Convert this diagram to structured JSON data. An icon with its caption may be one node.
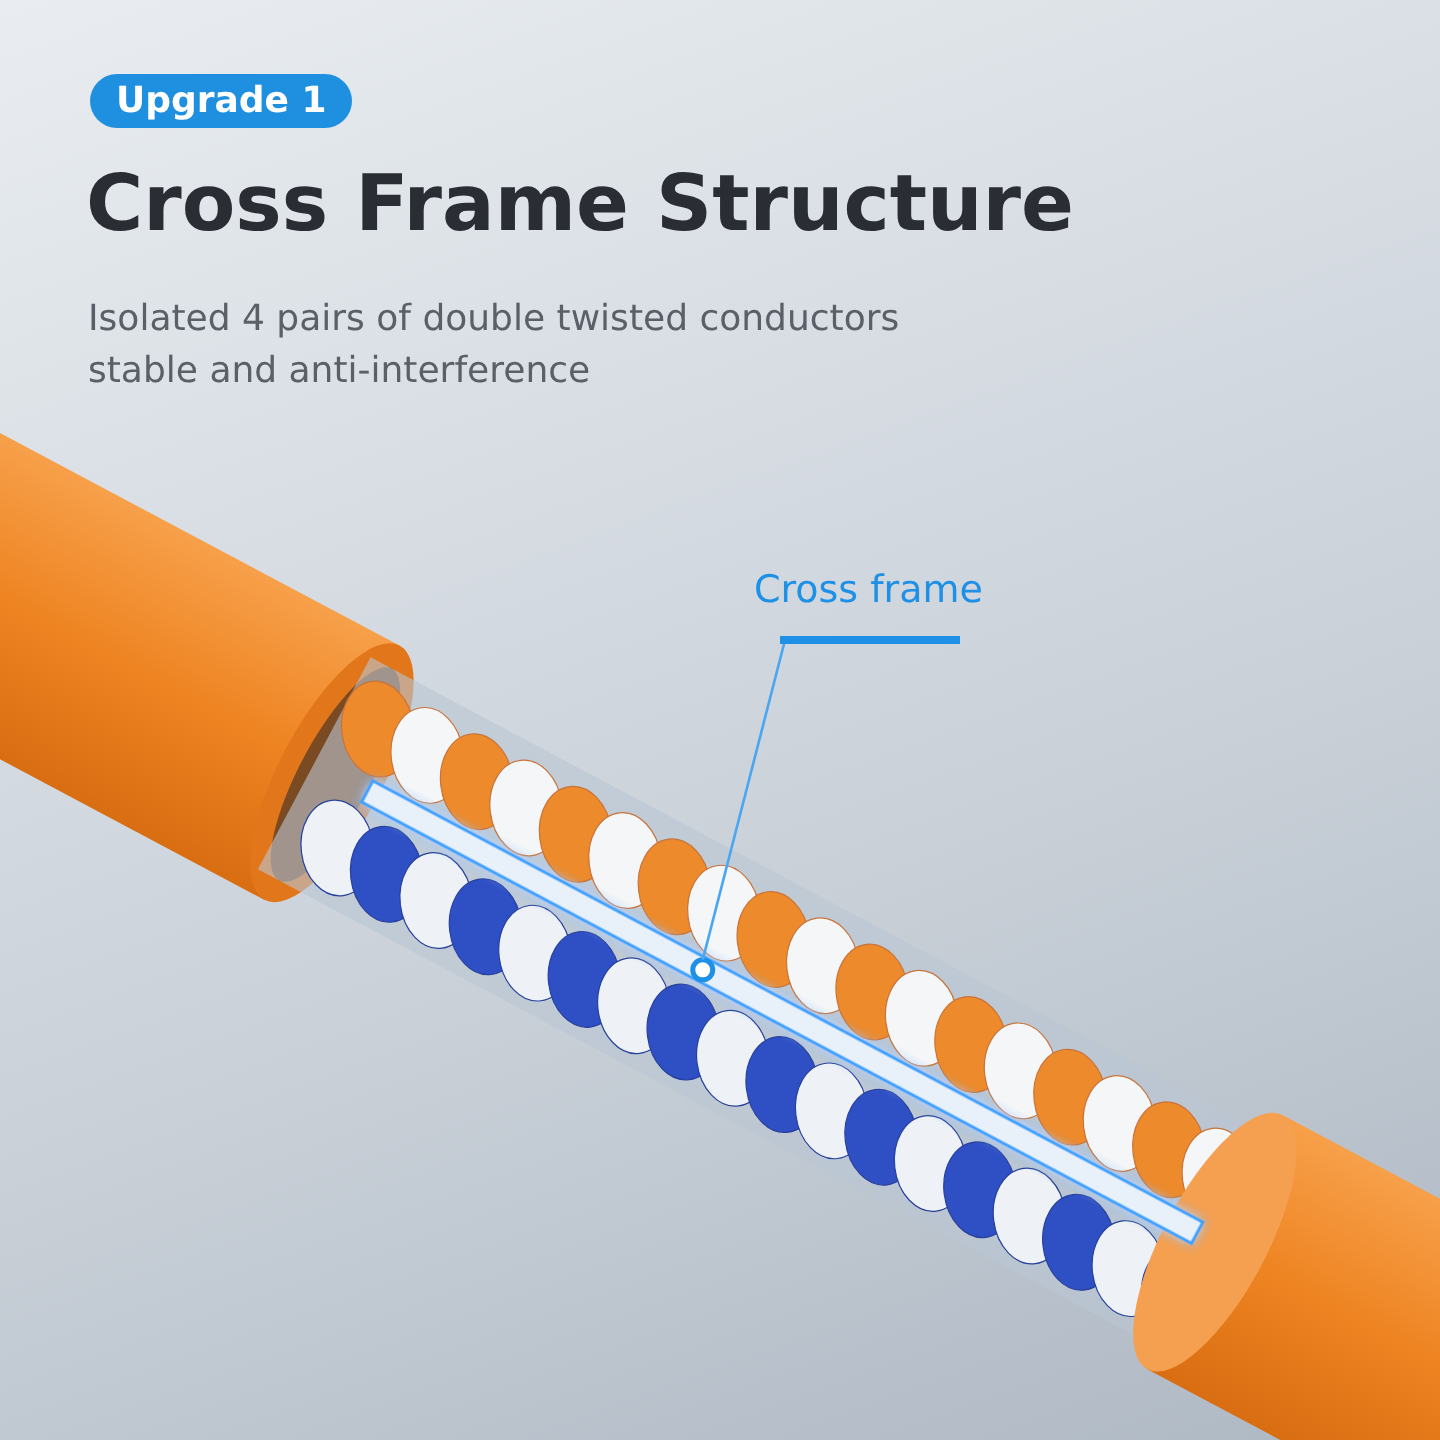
{
  "diagram": {
    "title": "Cross Frame Structure",
    "nodes": [
      {
        "text": [
          "Cross frame"
        ]
      },
      {
        "text": [],
        "shape": "picture"
      }
    ],
    "edges": [
      {
        "from": 0,
        "to": 1,
        "arrow": "none"
      }
    ],
    "labels": [
      "Upgrade 1",
      "Isolated 4 pairs of double twisted conductors stable and anti-interference"
    ]
  }
}
